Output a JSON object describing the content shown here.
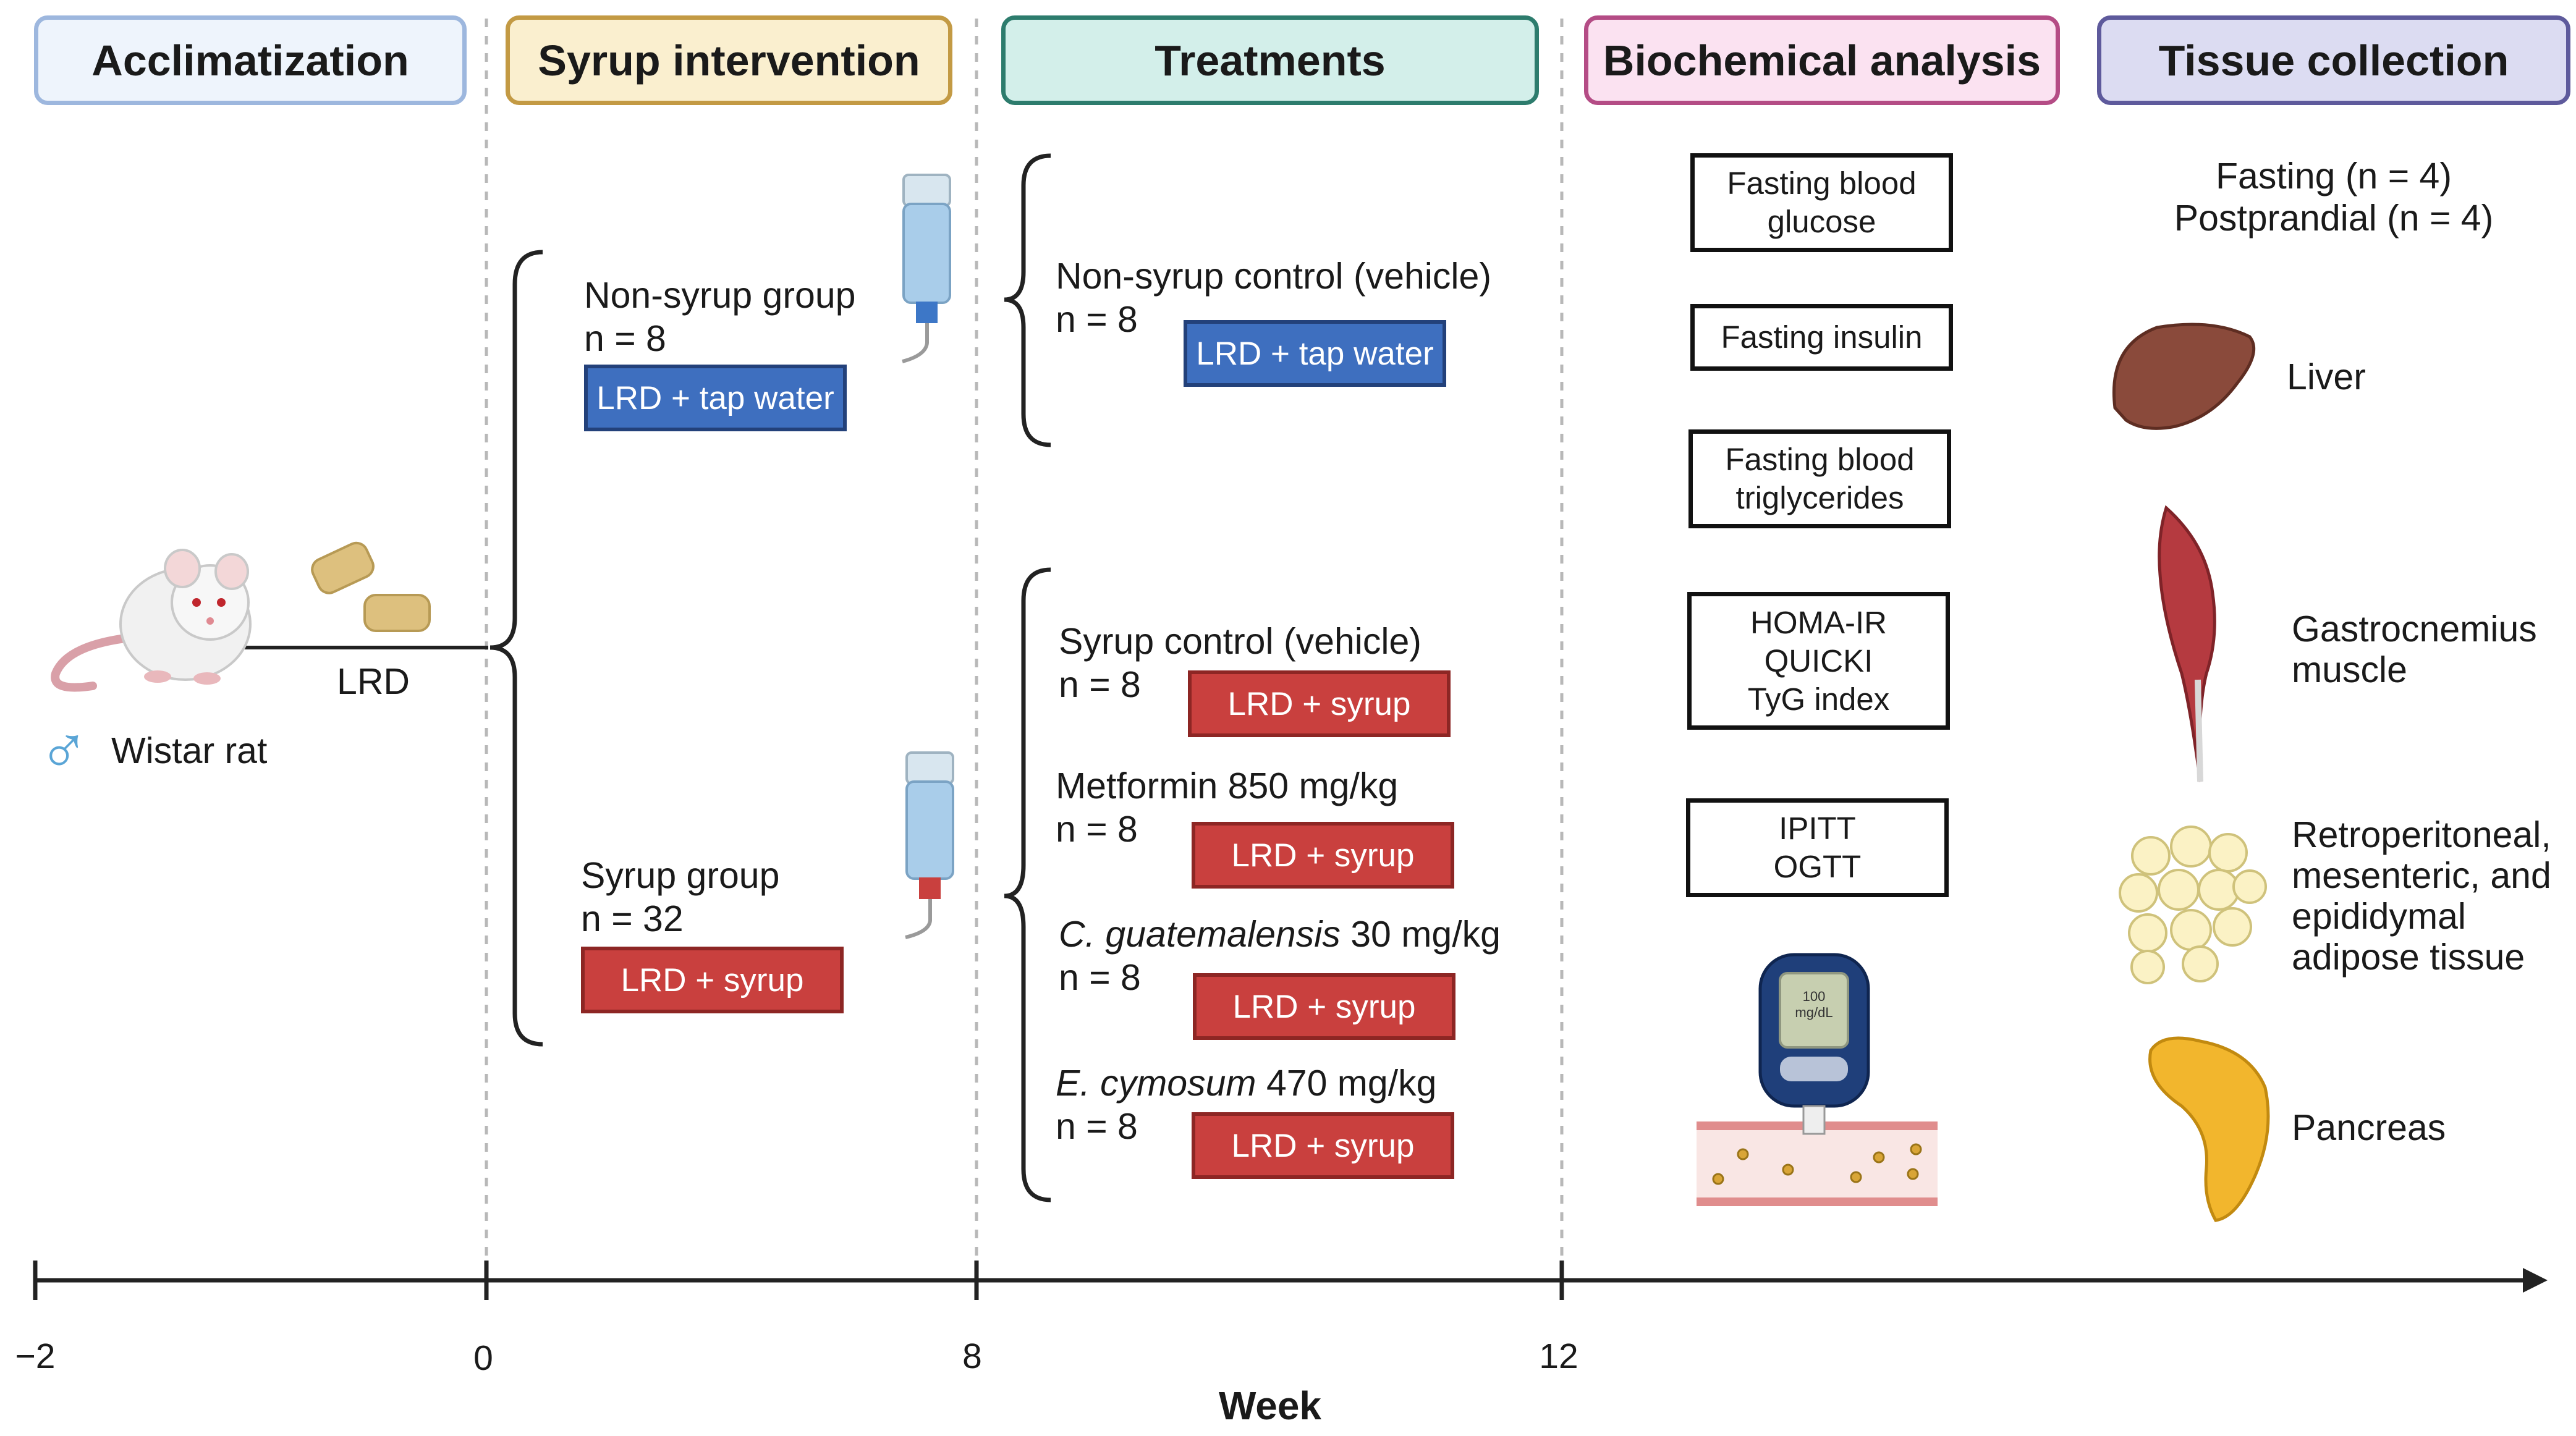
{
  "phases": [
    {
      "key": "acclimatization",
      "label": "Acclimatization",
      "fill": "#eef4fc",
      "border": "#9db7de"
    },
    {
      "key": "syrup_intervention",
      "label": "Syrup intervention",
      "fill": "#faefcf",
      "border": "#c39a44"
    },
    {
      "key": "treatments",
      "label": "Treatments",
      "fill": "#d3efea",
      "border": "#2d7c6d"
    },
    {
      "key": "biochemical",
      "label": "Biochemical analysis",
      "fill": "#fbe2f1",
      "border": "#b44c85"
    },
    {
      "key": "tissue",
      "label": "Tissue collection",
      "fill": "#dcdcf2",
      "border": "#5e5a9c"
    }
  ],
  "animal": {
    "sex_symbol": "♂",
    "label": "Wistar rat",
    "diet_label": "LRD"
  },
  "intervention": {
    "non_syrup": {
      "title": "Non-syrup group",
      "n": "n = 8",
      "pill": "LRD + tap water"
    },
    "syrup": {
      "title": "Syrup group",
      "n": "n = 32",
      "pill": "LRD + syrup"
    }
  },
  "treatments": {
    "non_syrup_control": {
      "title": "Non-syrup control (vehicle)",
      "n": "n = 8",
      "pill": "LRD + tap water"
    },
    "syrup_control": {
      "title": "Syrup control (vehicle)",
      "n": "n = 8",
      "pill": "LRD + syrup"
    },
    "metformin": {
      "title": "Metformin 850 mg/kg",
      "n": "n = 8",
      "pill": "LRD + syrup"
    },
    "c_guatemalensis": {
      "title_italic": "C. guatemalensis",
      "title_rest": " 30 mg/kg",
      "n": "n = 8",
      "pill": "LRD + syrup"
    },
    "e_cymosum": {
      "title_italic": "E. cymosum",
      "title_rest": " 470 mg/kg",
      "n": "n = 8",
      "pill": "LRD + syrup"
    }
  },
  "biochemical": {
    "boxes": [
      "Fasting blood\nglucose",
      "Fasting insulin",
      "Fasting blood\ntriglycerides",
      "HOMA-IR\nQUICKI\nTyG index",
      "IPITT\nOGTT"
    ],
    "glucometer_reading": "100\nmg/dL"
  },
  "tissue": {
    "header_line1": "Fasting (n = 4)",
    "header_line2": "Postprandial (n = 4)",
    "items": [
      {
        "label": "Liver",
        "icon": "liver-icon"
      },
      {
        "label": "Gastrocnemius\nmuscle",
        "icon": "muscle-icon"
      },
      {
        "label": "Retroperitoneal,\nmesenteric, and\nepididymal\nadipose tissue",
        "icon": "adipose-icon"
      },
      {
        "label": "Pancreas",
        "icon": "pancreas-icon"
      }
    ]
  },
  "timeline": {
    "axis_title": "Week",
    "ticks": [
      "−2",
      "0",
      "8",
      "12"
    ]
  },
  "colors": {
    "blue_pill": "#3e6fbf",
    "red_pill": "#c9403e",
    "divider": "#b8b8b8"
  }
}
